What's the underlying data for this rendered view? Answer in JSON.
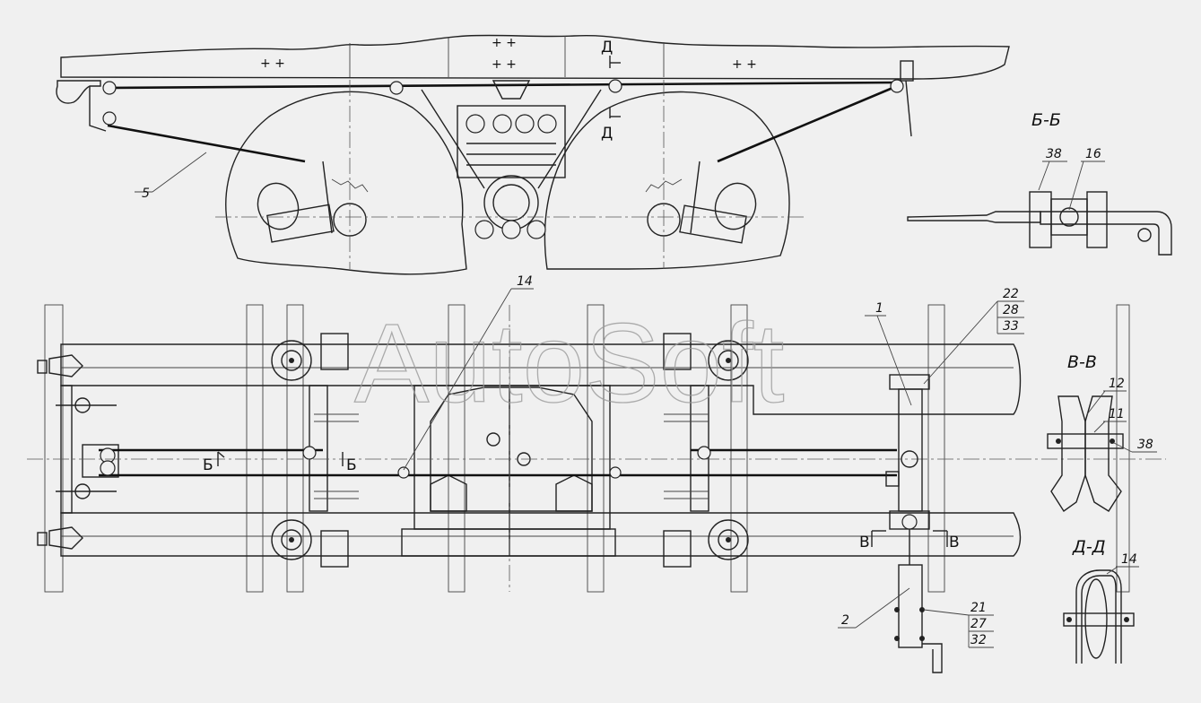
{
  "watermark": "AutoSoft",
  "sections": {
    "b_b": "Б-Б",
    "v_v": "В-В",
    "d_d": "Д-Д"
  },
  "cut_marks": {
    "b": "Б",
    "v": "В",
    "d": "Д"
  },
  "callouts": {
    "c1": "1",
    "c2": "2",
    "c5": "5",
    "c11": "11",
    "c12": "12",
    "c14_plan": "14",
    "c14_dd": "14",
    "c16": "16",
    "c38_bb": "38",
    "c38_vv": "38",
    "c22": "22",
    "c28": "28",
    "c33": "33",
    "c21": "21",
    "c27": "27",
    "c32": "32"
  }
}
